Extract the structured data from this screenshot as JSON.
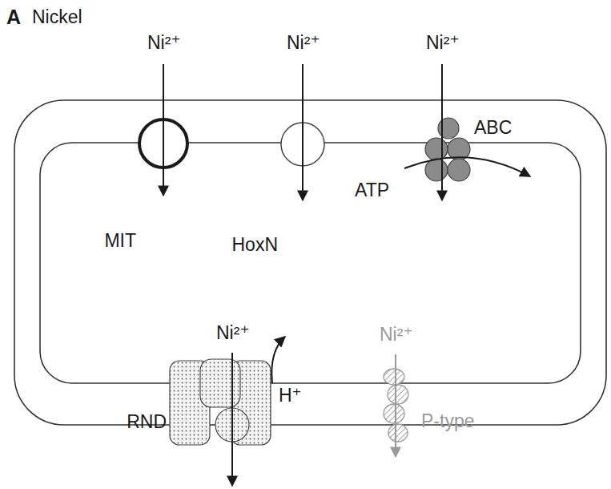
{
  "diagram": {
    "title": "Nickel",
    "nodes": [
      {
        "text": [
          "MIT"
        ]
      },
      {
        "text": [
          "HoxN"
        ]
      },
      {
        "text": [
          "ABC"
        ]
      },
      {
        "text": [
          "RND"
        ]
      },
      {
        "text": [
          "P-type"
        ]
      }
    ],
    "labels": [
      "A",
      "Ni²⁺",
      "Ni²⁺",
      "Ni²⁺",
      "ATP",
      "Ni²⁺",
      "H⁺",
      "Ni²⁺"
    ]
  }
}
